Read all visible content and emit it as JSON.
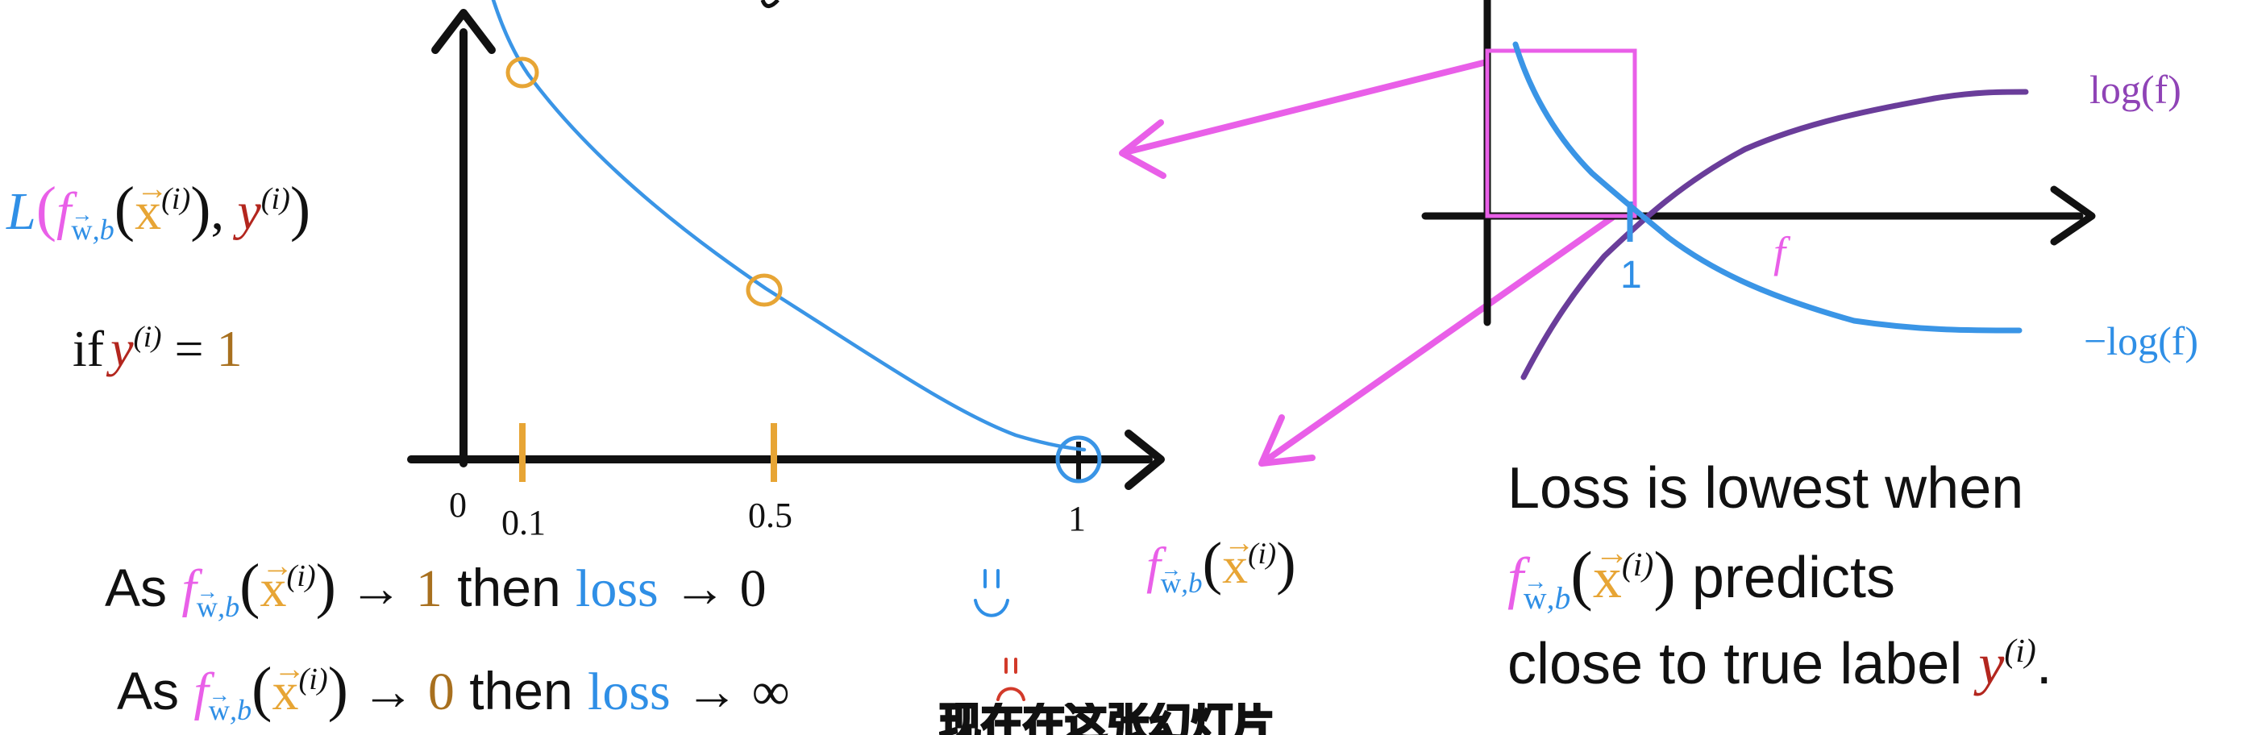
{
  "left_graph": {
    "y_label": {
      "L": "L",
      "open": "(",
      "f": "f",
      "sub_w": "w",
      "sub_b": ",b",
      "x": "x",
      "sup_i": "(i)",
      "comma": ", ",
      "y": "y",
      "close": ")"
    },
    "condition": {
      "if": "if",
      "y": "y",
      "sup_i": "(i)",
      "equals": " = ",
      "value": "1"
    },
    "x_ticks": {
      "zero": "0",
      "t01": "0.1",
      "t05": "0.5",
      "t1": "1"
    }
  },
  "statements": {
    "line1": {
      "as": "As",
      "f": "f",
      "sub_w": "w",
      "sub_b": ",b",
      "x": "x",
      "sup_i": "(i)",
      "arrow": "→",
      "value": "1",
      "then": "then",
      "loss": "loss",
      "result": "→ 0"
    },
    "line2": {
      "as": "As",
      "f": "f",
      "sub_w": "w",
      "sub_b": ",b",
      "x": "x",
      "sup_i": "(i)",
      "arrow": "→",
      "value": "0",
      "then": "then",
      "loss": "loss",
      "result": "→ ∞"
    }
  },
  "mid_formula": {
    "f": "f",
    "sub_w": "w",
    "sub_b": ",b",
    "x": "x",
    "sup_i": "(i)"
  },
  "right_graph": {
    "log_label": "log(f)",
    "neg_log_label": "−log(f)",
    "f_label": "f",
    "tick_one": "1"
  },
  "summary": {
    "line1": "Loss is lowest when",
    "line2_f": "f",
    "line2_sub_w": "w",
    "line2_sub_b": ",b",
    "line2_x": "x",
    "line2_sup_i": "(i)",
    "line2_text": " predicts",
    "line3_text": "close to true label ",
    "line3_y": "y",
    "line3_sup_i": "(i)",
    "line3_end": "."
  },
  "subtitle": "现在在这张幻灯片",
  "colors": {
    "blue": "#2f8fe6",
    "pink": "#e95fe8",
    "orange": "#e7a535",
    "brown": "#a8701f",
    "red": "#b3261e",
    "purple": "#8f43b6"
  }
}
